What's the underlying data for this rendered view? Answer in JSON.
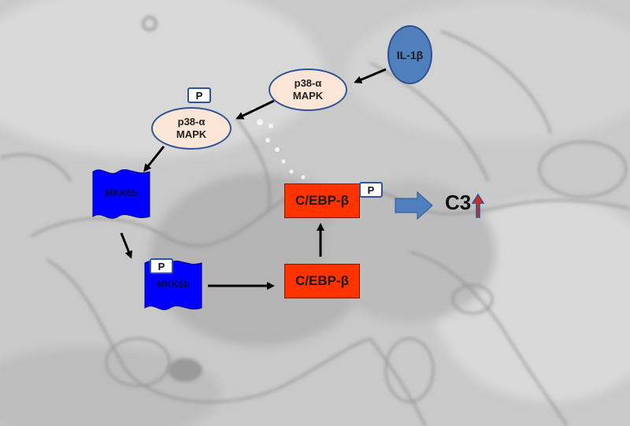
{
  "nodes": {
    "il1b": {
      "label": "IL-1β"
    },
    "p38_top": {
      "line1": "p38-α",
      "line2": "MAPK"
    },
    "p38_phos": {
      "line1": "p38-α",
      "line2": "MAPK"
    },
    "mkk6b_top": {
      "label": "MKK6b"
    },
    "mkk6b_phos": {
      "label": "MKK6b"
    },
    "cebp_phos": {
      "label": "C/EBP-β"
    },
    "cebp": {
      "label": "C/EBP-β"
    },
    "c3": {
      "label": "C3"
    }
  },
  "phospho_tag": "P",
  "colors": {
    "node_fill_peach": "#fbe5d6",
    "il1b_fill": "#4f7fbd",
    "mkk6b_fill": "#0000ff",
    "cebp_fill": "#ff3300",
    "outcome_arrow": "#4f7fbd",
    "up_arrow": "#d9261c",
    "up_arrow_outline": "#2f5597"
  }
}
